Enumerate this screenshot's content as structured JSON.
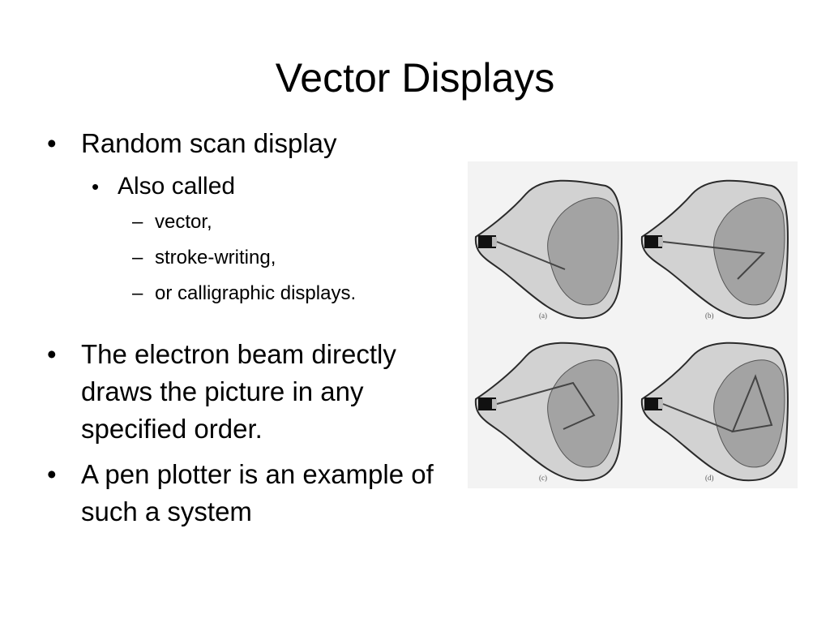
{
  "slide": {
    "title": "Vector Displays",
    "bullets": [
      {
        "text": "Random scan display"
      },
      {
        "text": "Also called"
      },
      {
        "text": "vector,"
      },
      {
        "text": "stroke-writing,"
      },
      {
        "text": "or calligraphic displays."
      },
      {
        "text": "The electron beam directly draws the picture in any specified order."
      },
      {
        "text": "A pen plotter is an example of such a system"
      }
    ],
    "bullet_symbol": "•",
    "dash_symbol": "–"
  },
  "figure": {
    "panel_labels": [
      "(a)",
      "(b)",
      "(c)",
      "(d)"
    ]
  }
}
